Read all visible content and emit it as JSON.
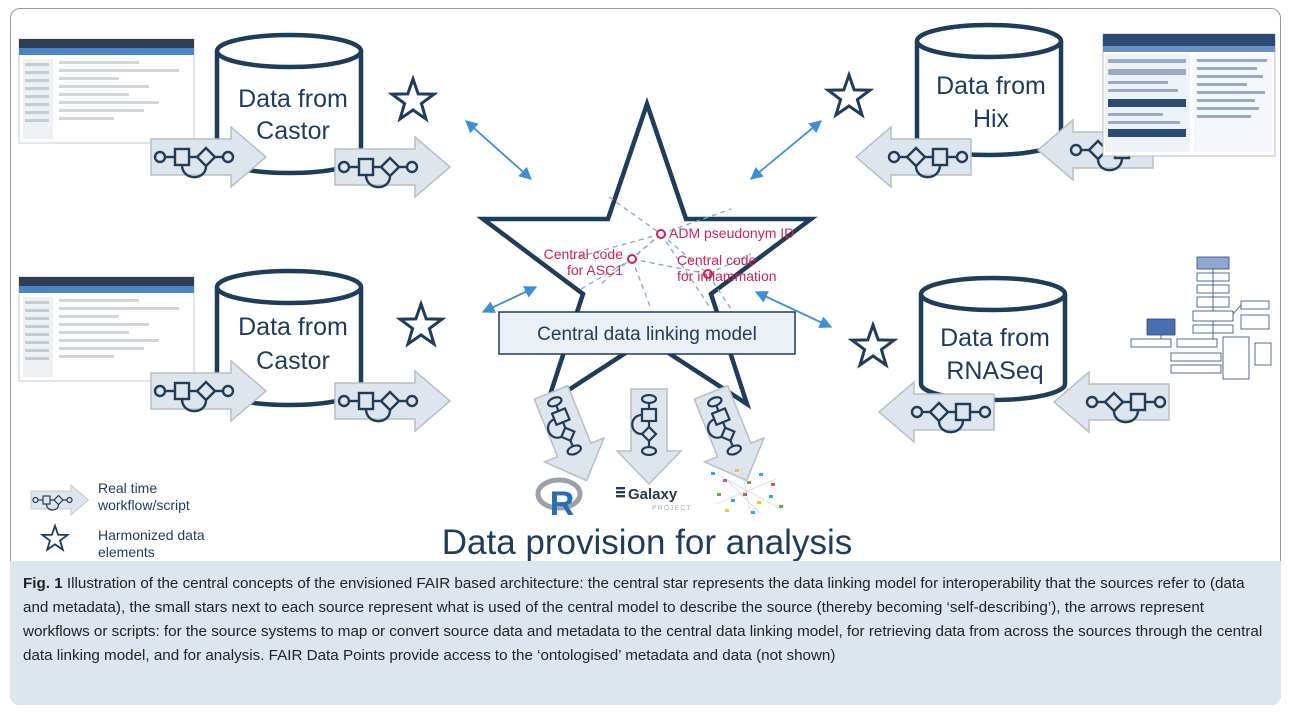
{
  "diagram": {
    "sources": {
      "castor_top": {
        "line1": "Data from",
        "line2": "Castor"
      },
      "hix": {
        "line1": "Data from",
        "line2": "Hix"
      },
      "castor_bottom": {
        "line1": "Data from",
        "line2": "Castor"
      },
      "rnaseq": {
        "line1": "Data from",
        "line2": "RNASeq"
      }
    },
    "central": {
      "model_label": "Central data linking model",
      "nodes": {
        "adm": "ADM pseudonym ID",
        "asc1_line1": "Central code",
        "asc1_line2": "for ASC1",
        "inflam_line1": "Central code",
        "inflam_line2": "for inflammation"
      }
    },
    "tools": {
      "r": "R",
      "galaxy": "Galaxy",
      "galaxy_sub": "PROJECT"
    },
    "output_title": "Data provision for analysis",
    "legend": {
      "workflow_line1": "Real time",
      "workflow_line2": "workflow/script",
      "star_line1": "Harmonized data",
      "star_line2": "elements"
    },
    "colors": {
      "navy": "#1f3c5a",
      "arrow_fill": "#dfe5ec",
      "blue_arrow": "#3b8fd4",
      "red_node": "#cc2455",
      "caption_bg": "#dde6ee"
    }
  },
  "caption": {
    "label": "Fig. 1",
    "text": "Illustration of the central concepts of the envisioned FAIR based architecture: the central star represents the data linking model for interoperability that the sources refer to (data and metadata), the small stars next to each source represent what is used of the central model to describe the source (thereby becoming ‘self-describing’), the arrows represent workflows or scripts: for the source systems to map or convert source data and metadata to the central data linking model, for retrieving data from across the sources through the central data linking model, and for analysis. FAIR Data Points provide access to the ‘ontologised’ metadata and data (not shown)"
  }
}
